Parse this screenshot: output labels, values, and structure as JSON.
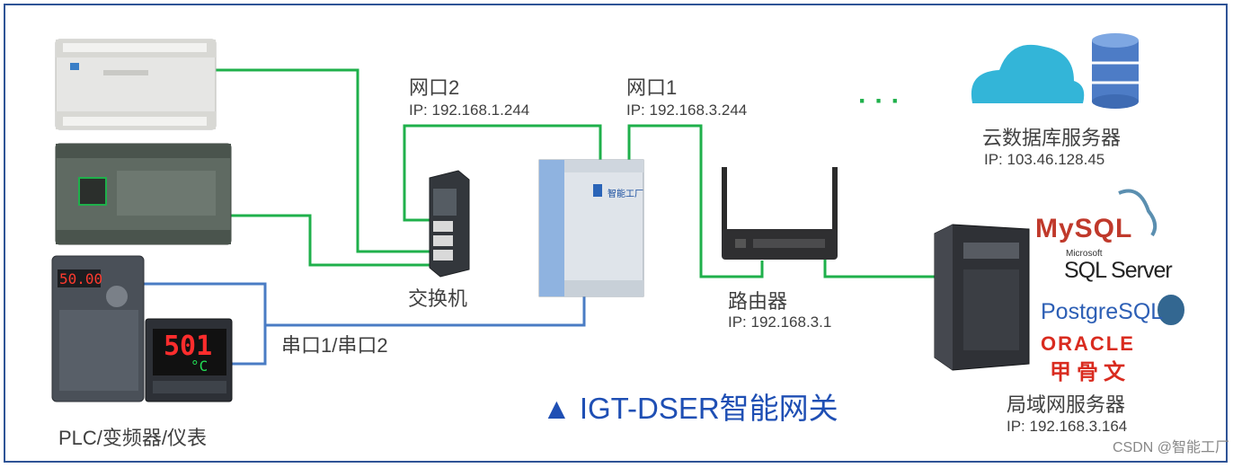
{
  "ports": {
    "port2": {
      "name": "网口2",
      "ip": "IP: 192.168.1.244"
    },
    "port1": {
      "name": "网口1",
      "ip": "IP: 192.168.3.244"
    }
  },
  "cloud_server": {
    "name": "云数据库服务器",
    "ip": "IP: 103.46.128.45"
  },
  "switch": {
    "name": "交换机"
  },
  "router": {
    "name": "路由器",
    "ip": "IP: 192.168.3.1"
  },
  "serial": {
    "name": "串口1/串口2"
  },
  "devices_label": "PLC/变频器/仪表",
  "lan_server": {
    "name": "局域网服务器",
    "ip": "IP: 192.168.3.164"
  },
  "db_logos": {
    "mysql": "MySQL",
    "sqlserver_small": "Microsoft",
    "sqlserver": "SQL Server",
    "postgres": "PostgreSQL",
    "oracle": "ORACLE",
    "oracle_cn": "甲骨文"
  },
  "display": {
    "plc2": "50.00",
    "meter_top": "501",
    "meter_unit": "°C",
    "gateway_brand": "智能工厂"
  },
  "gateway_caption": "▲ IGT-DSER智能网关",
  "dots": "· · ·",
  "watermark": "CSDN @智能工厂",
  "colors": {
    "ethernet": "#1fb04b",
    "serial": "#4a7cc4",
    "frame": "#2f5496",
    "caption": "#1f4fb4"
  }
}
